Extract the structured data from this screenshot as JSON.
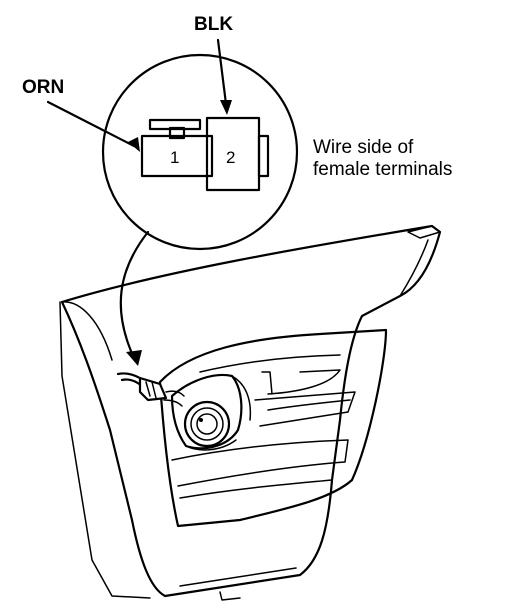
{
  "labels": {
    "blk": "BLK",
    "orn": "ORN",
    "caption_line1": "Wire side of",
    "caption_line2": "female terminals"
  },
  "connector": {
    "pin1": "1",
    "pin2": "2"
  },
  "colors": {
    "line": "#000000",
    "background": "#ffffff"
  }
}
